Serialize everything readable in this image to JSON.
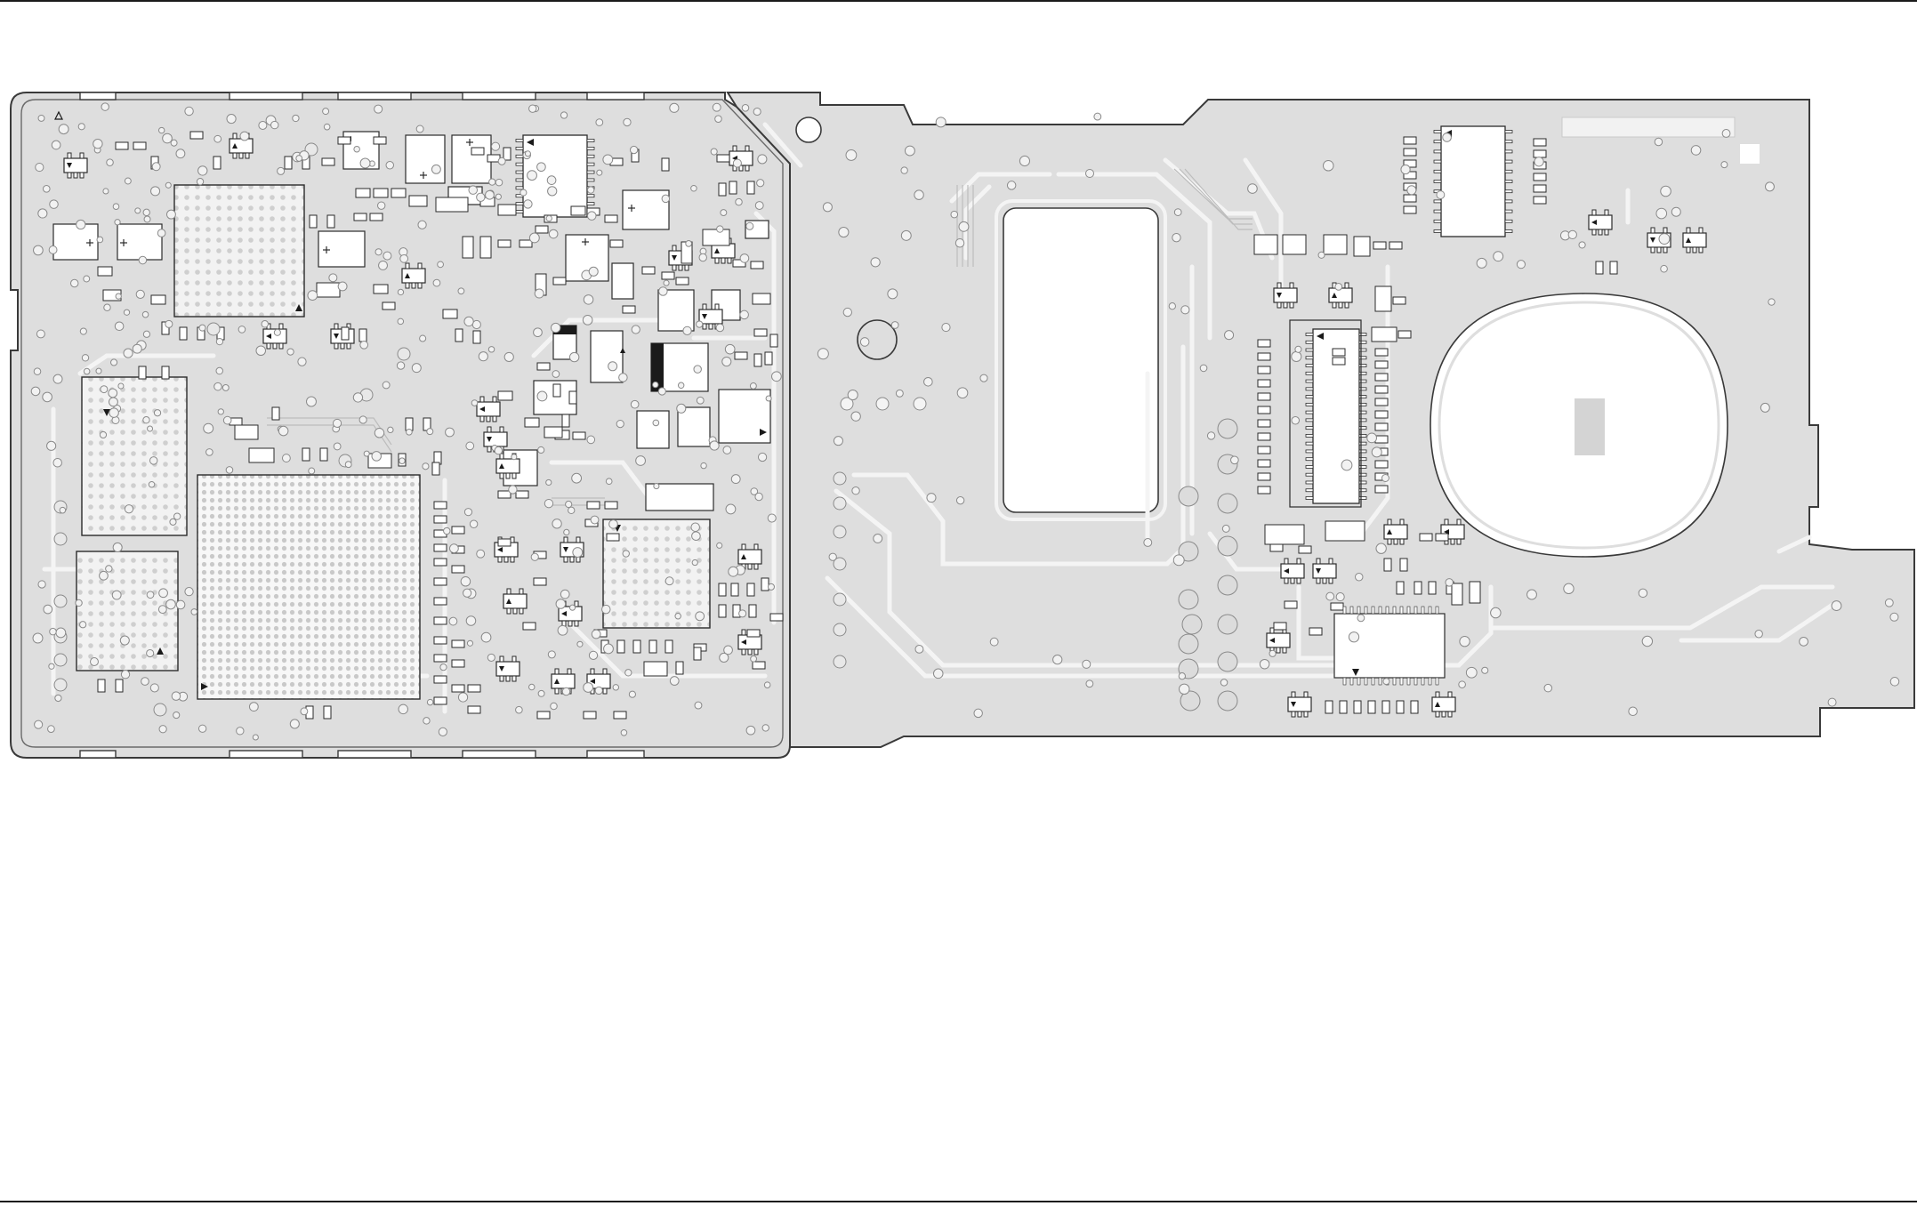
{
  "document": {
    "type": "pcb-layout-drawing",
    "view": "component-side",
    "printed_text": []
  },
  "colors": {
    "background": "#ffffff",
    "board_fill": "#dedede",
    "trace": "#f4f4f4",
    "outline": "#3a3a3a",
    "component_fill": "#ffffff",
    "component_stroke": "#2b2b2b",
    "solid_mark": "#1a1a1a"
  },
  "markers": {
    "pin1": "triangle",
    "polarity": "plus-sign"
  }
}
